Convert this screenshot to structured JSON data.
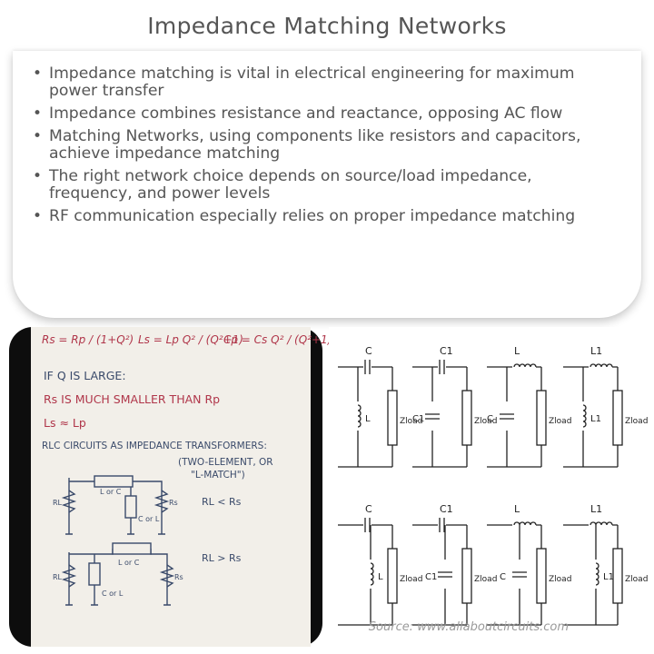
{
  "title": "Impedance Matching Networks",
  "bullets": [
    "Impedance matching is vital in electrical engineering for maximum power transfer",
    "Impedance combines resistance and reactance, opposing AC flow",
    "Matching Networks, using components like resistors and capacitors, achieve impedance matching",
    "The right network choice depends on source/load impedance, frequency, and power levels",
    "RF communication especially relies on proper impedance matching"
  ],
  "notes": {
    "eq_rs": "Rs = Rp / (1+Q²)",
    "eq_ls": "Ls = Lp Q² / (Q²+1)",
    "eq_cp": "Cp = Cs Q² / (Q²+1)",
    "line1": "IF Q IS LARGE:",
    "line2": "Rs IS MUCH SMALLER THAN Rp",
    "line3": "Ls ≈ Lp",
    "line4": "RLC CIRCUITS AS IMPEDANCE TRANSFORMERS:",
    "line5": "(TWO-ELEMENT, OR",
    "line6": "\"L-MATCH\")",
    "cond1": "RL < Rs",
    "cond2": "RL > Rs",
    "lbl_rl": "RL",
    "lbl_rs": "Rs",
    "lbl_lorc": "L or C",
    "lbl_corl": "C or L"
  },
  "schematic": {
    "labels_top": [
      "C",
      "C1",
      "L",
      "L1"
    ],
    "labels_bottom": [
      "C",
      "C1",
      "L",
      "L1"
    ],
    "load_label": "Zload",
    "inductor_label": "L",
    "inductor_label_1": "L1",
    "capacitor_label": "C",
    "capacitor_label_1": "C1"
  },
  "credit": "Source: www.allaboutcircuits.com",
  "colors": {
    "text": "#555555",
    "ink_red": "#b0364a",
    "ink_blue": "#3a4a6a"
  }
}
